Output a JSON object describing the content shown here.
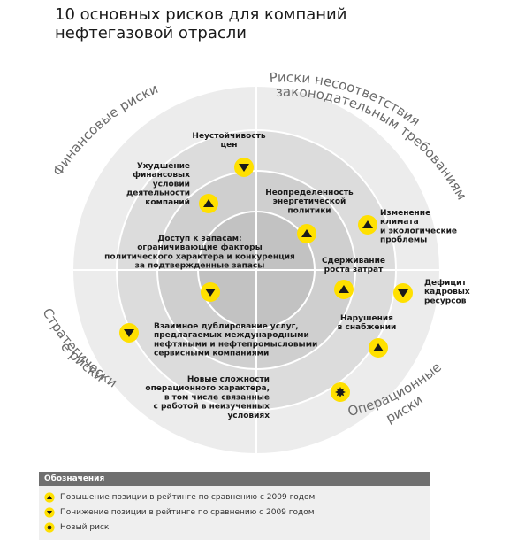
{
  "title": {
    "line1": "10 основных рисков для компаний",
    "line2": "нефтегазовой отрасли"
  },
  "categories": {
    "financial": "Финансовые риски",
    "regulatory": "Риски несоответствия законодательным требованиям",
    "strategic": "Стратегические риски",
    "operational": "Операционные риски"
  },
  "risks": [
    {
      "lines": [
        "Неустойчивость",
        "цен"
      ],
      "marker": "down"
    },
    {
      "lines": [
        "Ухудшение",
        "финансовых",
        "условий",
        "деятельности",
        "компаний"
      ],
      "marker": "up"
    },
    {
      "lines": [
        "Неопределенность",
        "энергетической",
        "политики"
      ],
      "marker": "up"
    },
    {
      "lines": [
        "Изменение",
        "климата",
        "и экологические",
        "проблемы"
      ],
      "marker": "up"
    },
    {
      "lines": [
        "Доступ к запасам:",
        "ограничивающие факторы",
        "политического характера и конкуренция",
        "за подтвержденные запасы"
      ],
      "marker": "down"
    },
    {
      "lines": [
        "Сдерживание",
        "роста затрат"
      ],
      "marker": "up"
    },
    {
      "lines": [
        "Дефицит",
        "кадровых",
        "ресурсов"
      ],
      "marker": "down"
    },
    {
      "lines": [
        "Взаимное дублирование услуг,",
        "предлагаемых международными",
        "нефтяными и нефтепромысловыми",
        "сервисными компаниями"
      ],
      "marker": "down"
    },
    {
      "lines": [
        "Нарушения",
        "в снабжении"
      ],
      "marker": "up"
    },
    {
      "lines": [
        "Новые сложности",
        "операционного характера,",
        "в том числе связанные",
        "с работой в неизученных",
        "условиях"
      ],
      "marker": "new"
    }
  ],
  "legend": {
    "title": "Обозначения",
    "items": [
      {
        "marker": "up",
        "label": "Повышение позиции в рейтинге по сравнению с 2009 годом"
      },
      {
        "marker": "down",
        "label": "Понижение позиции в рейтинге по сравнению с 2009 годом"
      },
      {
        "marker": "new",
        "label": "Новый риск"
      }
    ]
  },
  "colors": {
    "marker_fill": "#ffe000",
    "marker_icon": "#1a1a1a",
    "ring_outer": "#ececec",
    "ring_mid": "#dcdcdc",
    "ring_inner": "#cfcfcf",
    "ring_center": "#c2c2c2",
    "ring_line": "#ffffff",
    "category_text": "#6b6b6b"
  }
}
